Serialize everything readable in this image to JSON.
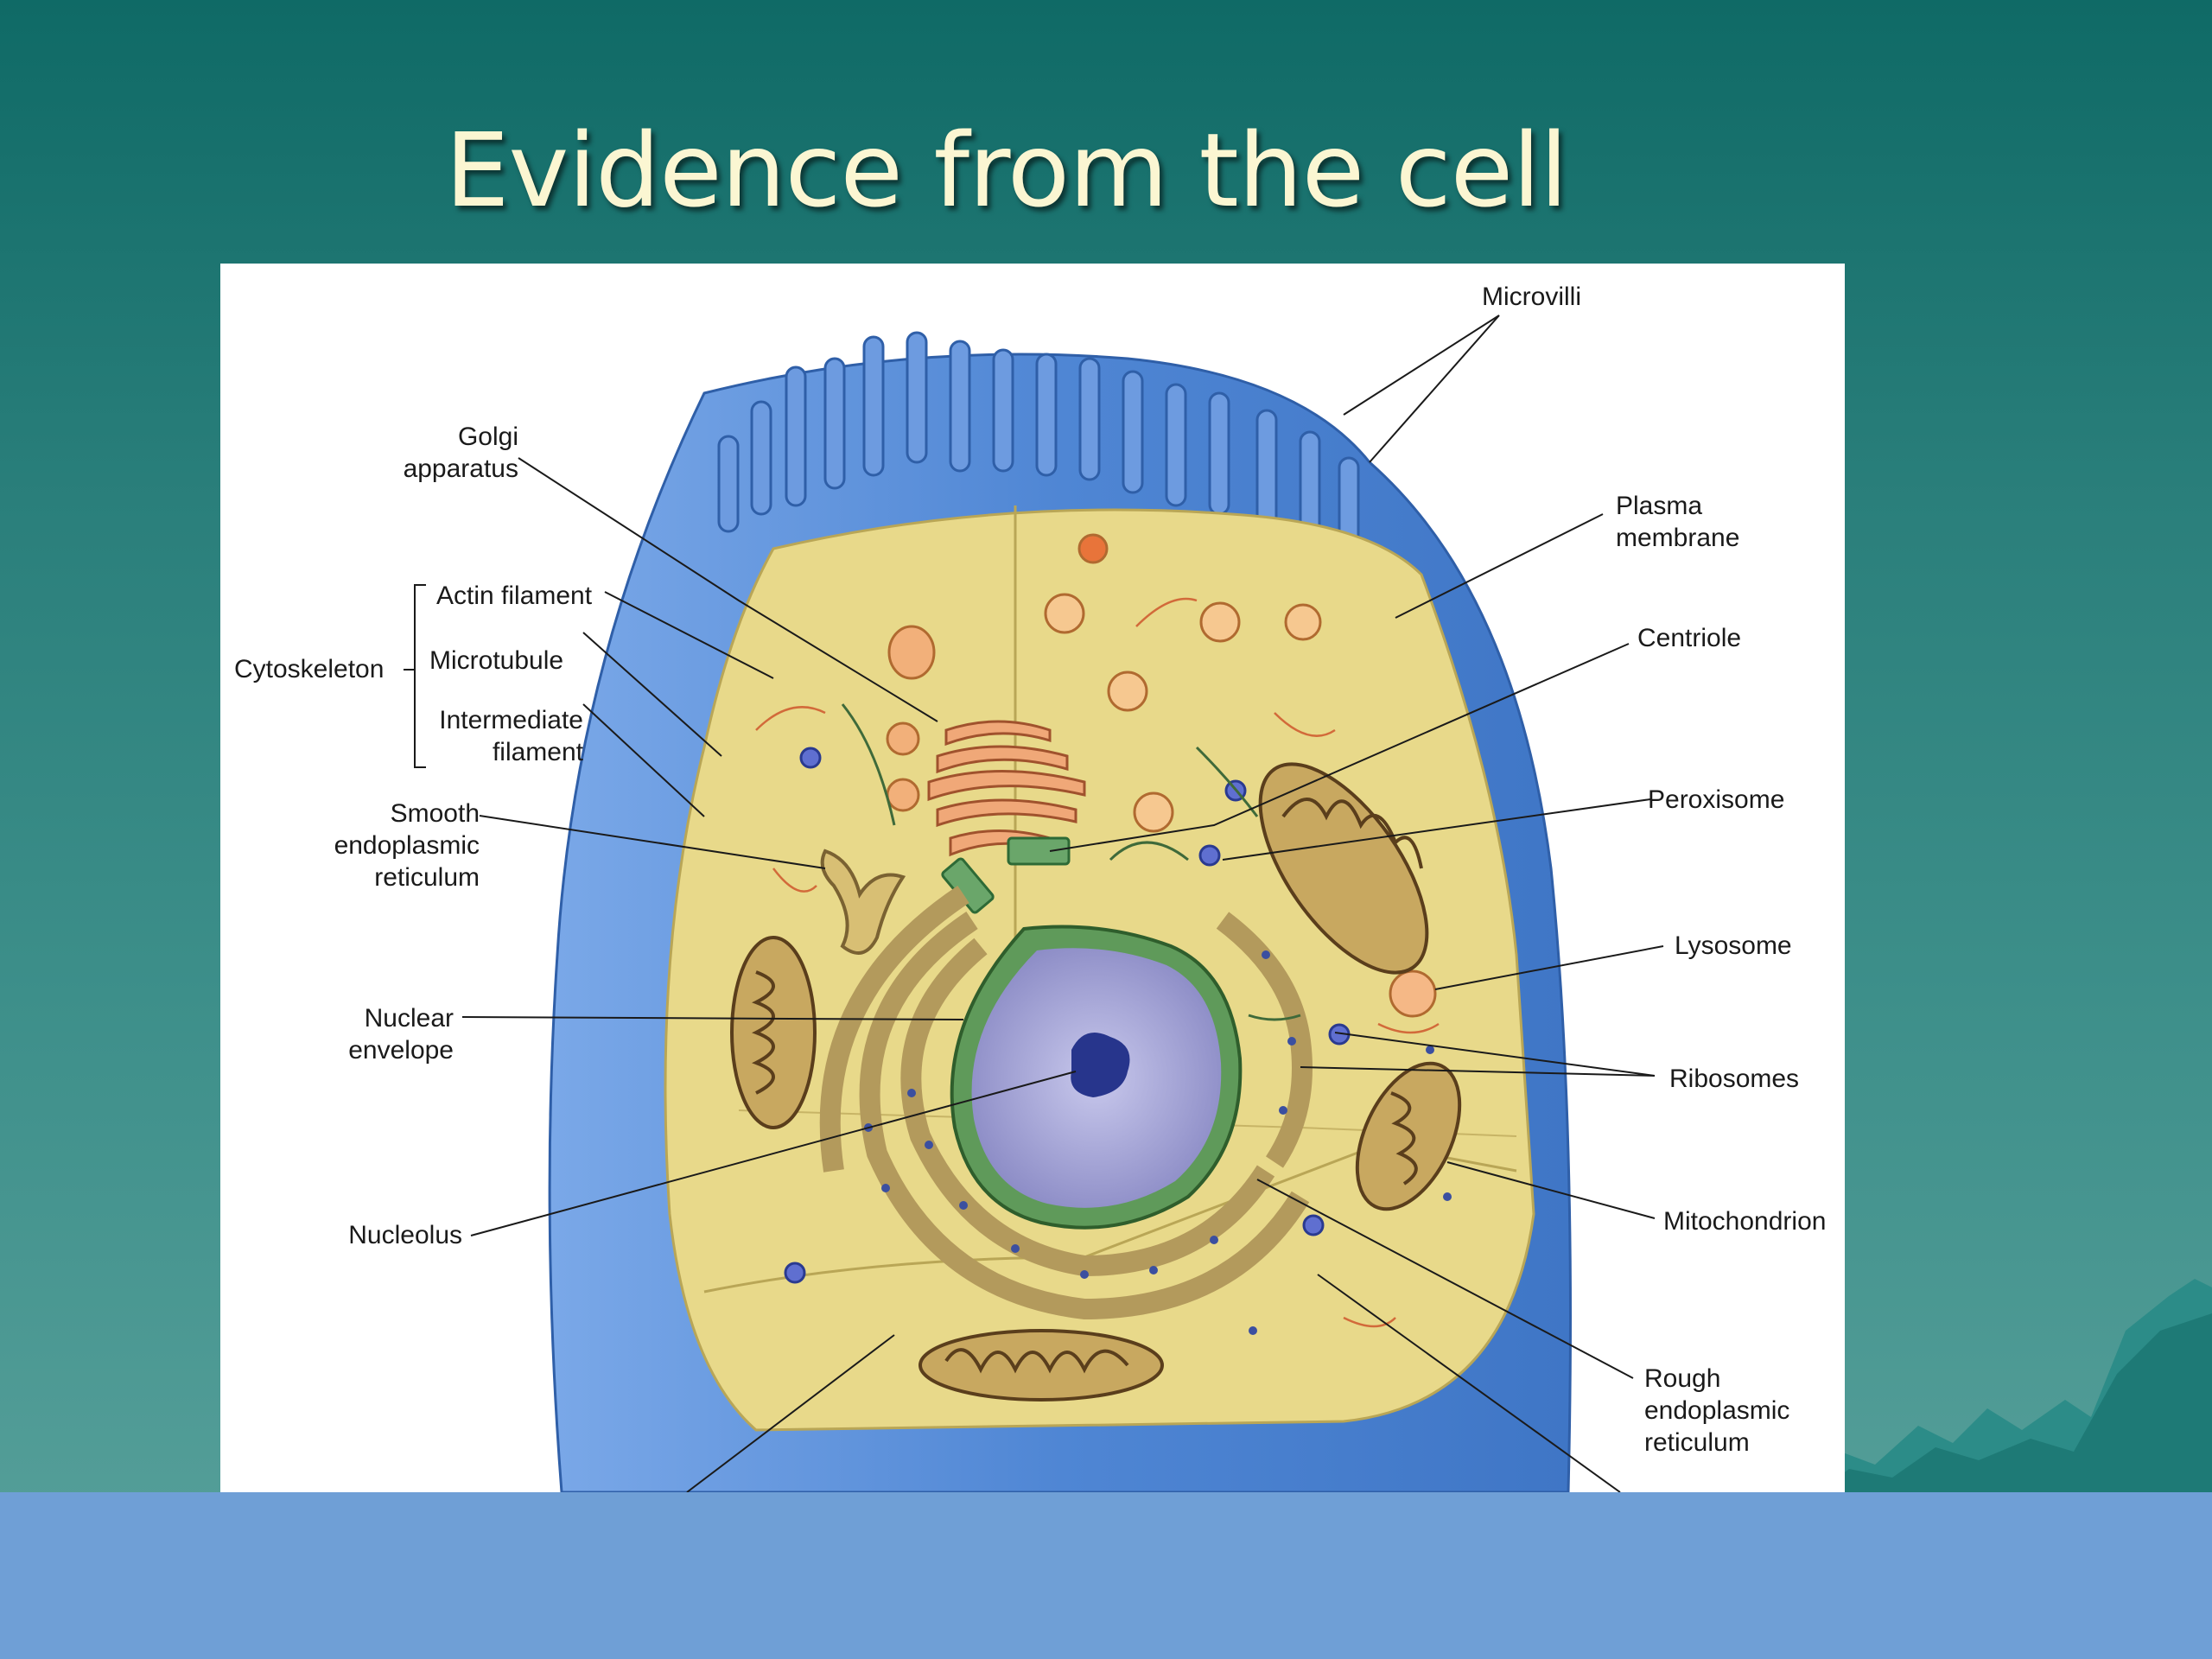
{
  "slide": {
    "title": "Evidence from the cell"
  },
  "colors": {
    "background_top": "#0f6a66",
    "background_bottom": "#5aa29c",
    "title": "#fbf6d2",
    "bottom_band": "#6f9fd6",
    "membrane_blue": "#5c8fd8",
    "cytoplasm": "#e8d98a",
    "nucleus": "#9a9ad0",
    "nuclear_envelope": "#5f9a5a"
  },
  "labels": {
    "microvilli": "Microvilli",
    "golgi_line1": "Golgi",
    "golgi_line2": "apparatus",
    "plasma_line1": "Plasma",
    "plasma_line2": "membrane",
    "actin_filament": "Actin filament",
    "cytoskeleton": "Cytoskeleton",
    "microtubule": "Microtubule",
    "intermediate_line1": "Intermediate",
    "intermediate_line2": "filament",
    "centriole": "Centriole",
    "smooth_line1": "Smooth",
    "smooth_line2": "endoplasmic",
    "smooth_line3": "reticulum",
    "peroxisome": "Peroxisome",
    "lysosome": "Lysosome",
    "nuclear_line1": "Nuclear",
    "nuclear_line2": "envelope",
    "ribosomes": "Ribosomes",
    "mitochondrion": "Mitochondrion",
    "nucleolus": "Nucleolus",
    "rough_line1": "Rough",
    "rough_line2": "endoplasmic",
    "rough_line3": "reticulum"
  }
}
